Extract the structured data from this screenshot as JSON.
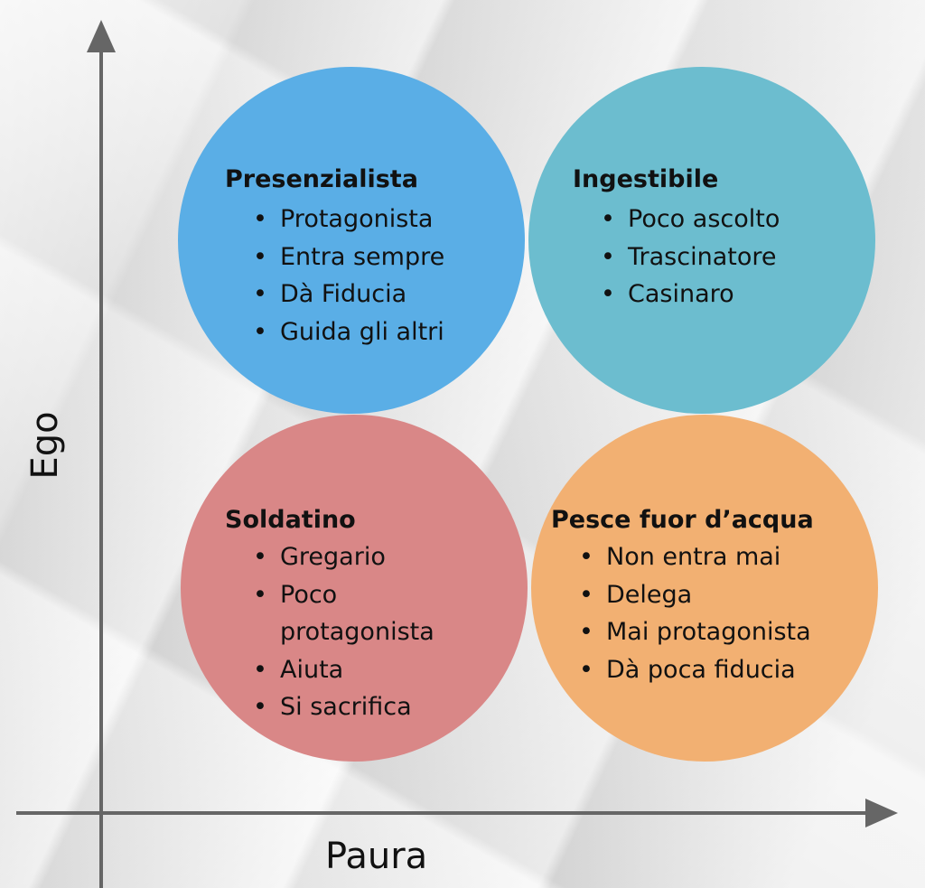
{
  "axes": {
    "x_label": "Paura",
    "y_label": "Ego"
  },
  "colors": {
    "axis": "#666666",
    "presenzialista": "#5aaee6",
    "ingestibile": "#6cbdcf",
    "soldatino": "#d98787",
    "pesce": "#f2b072"
  },
  "quadrants": [
    {
      "id": "presenzialista",
      "position": "top-left",
      "title": "Presenzialista",
      "items": [
        "Protagonista",
        "Entra sempre",
        "Dà Fiducia",
        "Guida gli altri"
      ]
    },
    {
      "id": "ingestibile",
      "position": "top-right",
      "title": "Ingestibile",
      "items": [
        "Poco ascolto",
        "Trascinatore",
        "Casinaro"
      ]
    },
    {
      "id": "soldatino",
      "position": "bottom-left",
      "title": "Soldatino",
      "items": [
        "Gregario",
        "Poco protagonista",
        "Aiuta",
        "Si sacrifica"
      ]
    },
    {
      "id": "pesce",
      "position": "bottom-right",
      "title": "Pesce fuor d’acqua",
      "items": [
        "Non entra mai",
        "Delega",
        "Mai protagonista",
        "Dà poca fiducia"
      ]
    }
  ]
}
